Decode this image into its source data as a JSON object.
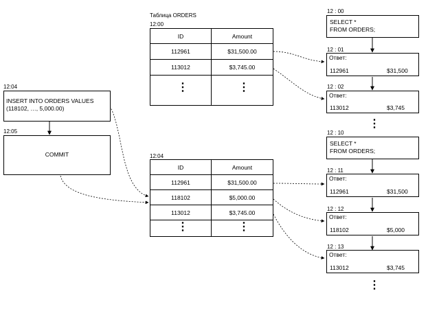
{
  "table_title": "Таблица ORDERS",
  "columns": [
    "ID",
    "Amount"
  ],
  "table_before": {
    "time": "12:00",
    "rows": [
      [
        "112961",
        "$31,500.00"
      ],
      [
        "113012",
        "$3,745.00"
      ]
    ]
  },
  "table_after": {
    "time": "12:04",
    "rows": [
      [
        "112961",
        "$31,500.00"
      ],
      [
        "118102",
        "$5,000.00"
      ],
      [
        "113012",
        "$3,745.00"
      ]
    ]
  },
  "insert": {
    "time": "12:04",
    "line1": "INSERT INTO ORDERS VALUES",
    "line2": "(118102, …, 5,000.00)"
  },
  "commit": {
    "time": "12:05",
    "label": "COMMIT"
  },
  "query1": {
    "time": "12 : 00",
    "line1": "SELECT *",
    "line2": "FROM ORDERS;"
  },
  "query2": {
    "time": "12 : 10",
    "line1": "SELECT *",
    "line2": "FROM ORDERS;"
  },
  "answer_label": "Ответ:",
  "responses1": [
    {
      "time": "12 : 01",
      "id": "112961",
      "amount": "$31,500"
    },
    {
      "time": "12 : 02",
      "id": "113012",
      "amount": "$3,745"
    }
  ],
  "responses2": [
    {
      "time": "12 : 11",
      "id": "112961",
      "amount": "$31,500"
    },
    {
      "time": "12 : 12",
      "id": "118102",
      "amount": "$5,000"
    },
    {
      "time": "12 : 13",
      "id": "113012",
      "amount": "$3,745"
    }
  ],
  "ellipsis": "⋮"
}
